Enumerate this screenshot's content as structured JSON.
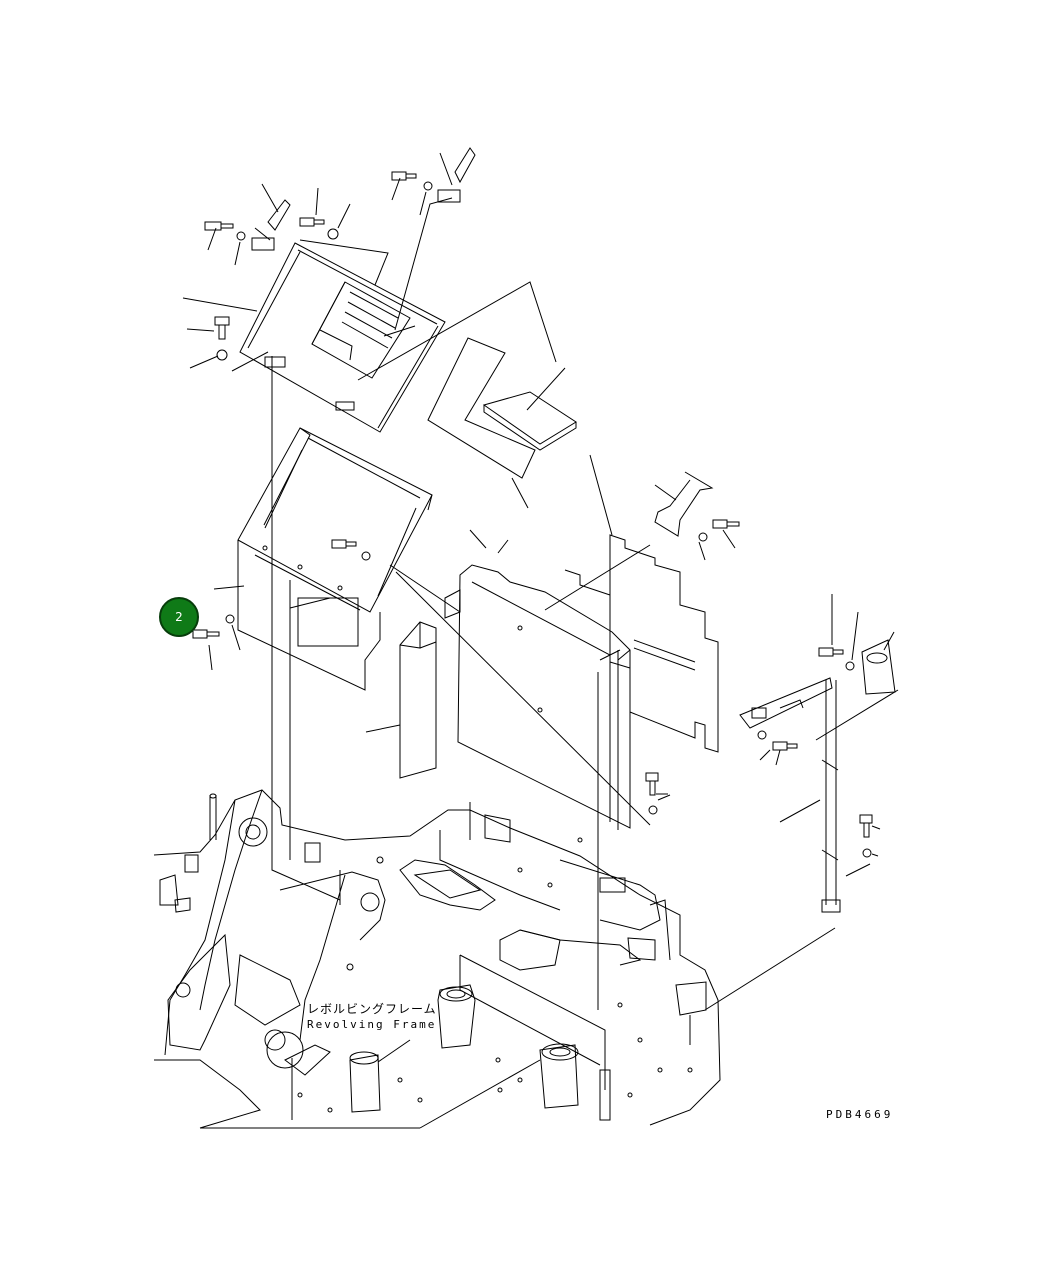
{
  "frame_label": {
    "japanese": "レボルビングフレーム",
    "english": "Revolving Frame"
  },
  "drawing_code": "PDB4669",
  "callout": {
    "number": "2",
    "color": "#0f7a17"
  }
}
